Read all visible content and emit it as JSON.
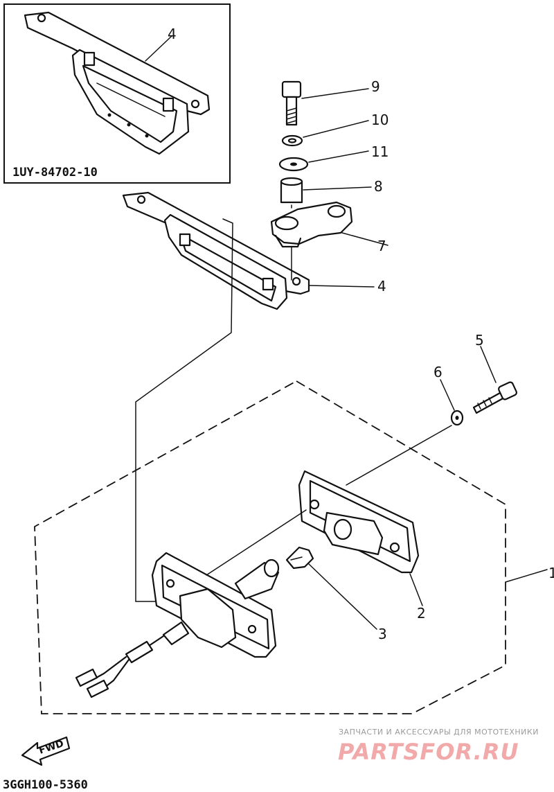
{
  "inset": {
    "code": "1UY-84702-10",
    "callout": "4"
  },
  "callouts": {
    "c9": "9",
    "c10": "10",
    "c11": "11",
    "c8": "8",
    "c7": "7",
    "c4": "4",
    "c5": "5",
    "c6": "6",
    "c2": "2",
    "c3": "3",
    "c1": "1"
  },
  "direction": {
    "label": "FWD"
  },
  "diagram_code": "3GGH100-5360",
  "watermark": {
    "tagline": "ЗАПЧАСТИ И АКСЕССУАРЫ ДЛЯ МОТОТЕХНИКИ",
    "brand": "PARTSFOR.RU"
  }
}
